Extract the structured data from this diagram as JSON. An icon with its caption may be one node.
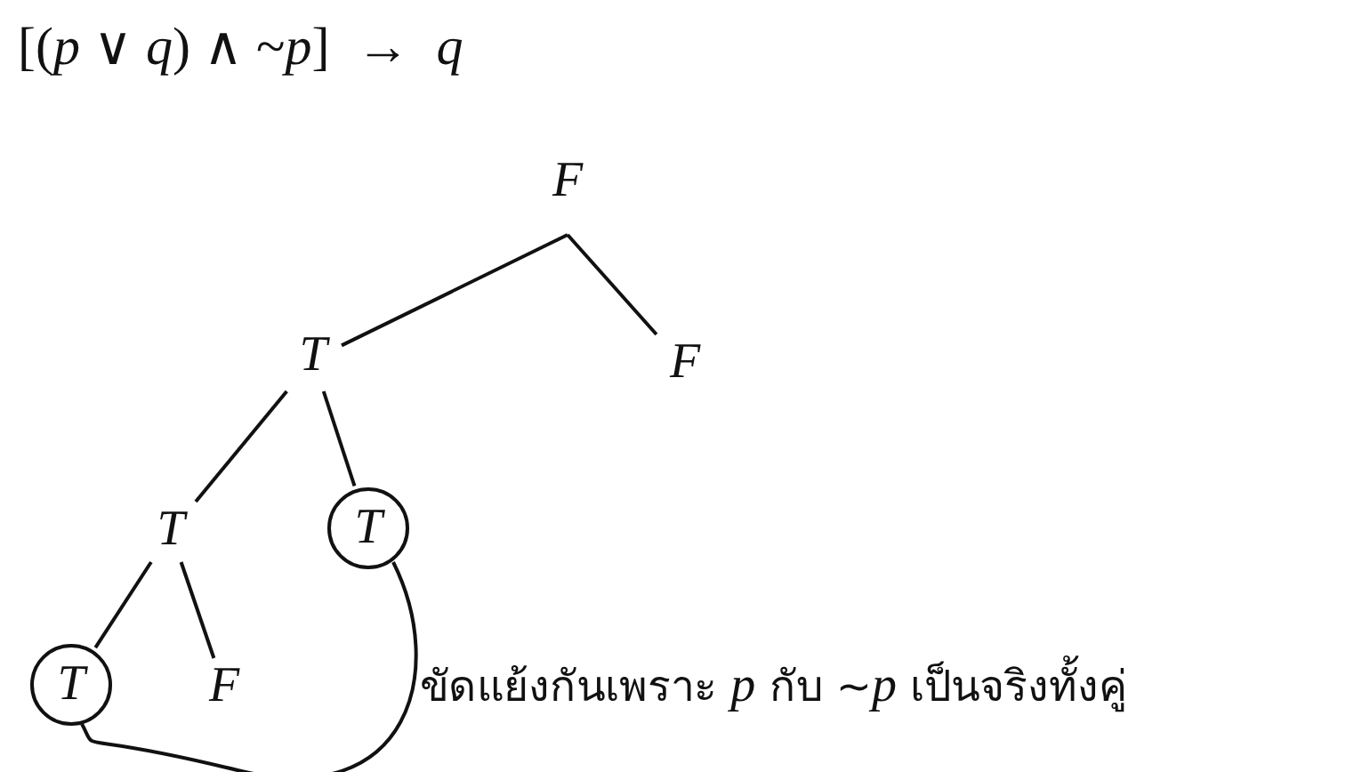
{
  "diagram": {
    "title": "[(*p* ∨ *q*) ∧ ~*p*]  →  *q*",
    "nodes": [
      {
        "text": [
          "F"
        ]
      },
      {
        "text": [
          "T"
        ]
      },
      {
        "text": [
          "F"
        ]
      },
      {
        "text": [
          "T"
        ]
      },
      {
        "text": [
          "T"
        ]
      },
      {
        "text": [
          "T"
        ]
      },
      {
        "text": [
          "F"
        ]
      }
    ],
    "edges": [
      {
        "from": 0,
        "to": 1,
        "arrow": "none"
      },
      {
        "from": 0,
        "to": 2,
        "arrow": "none"
      },
      {
        "from": 1,
        "to": 3,
        "arrow": "none"
      },
      {
        "from": 1,
        "to": 4,
        "arrow": "none"
      },
      {
        "from": 3,
        "to": 5,
        "arrow": "none"
      },
      {
        "from": 3,
        "to": 6,
        "arrow": "none"
      },
      {
        "from": 4,
        "to": 5,
        "arrow": "none"
      }
    ],
    "labels": [
      "ขัดแย้งกันเพราะ *p* กับ ~*p* เป็นจริงทั้งคู่"
    ]
  }
}
